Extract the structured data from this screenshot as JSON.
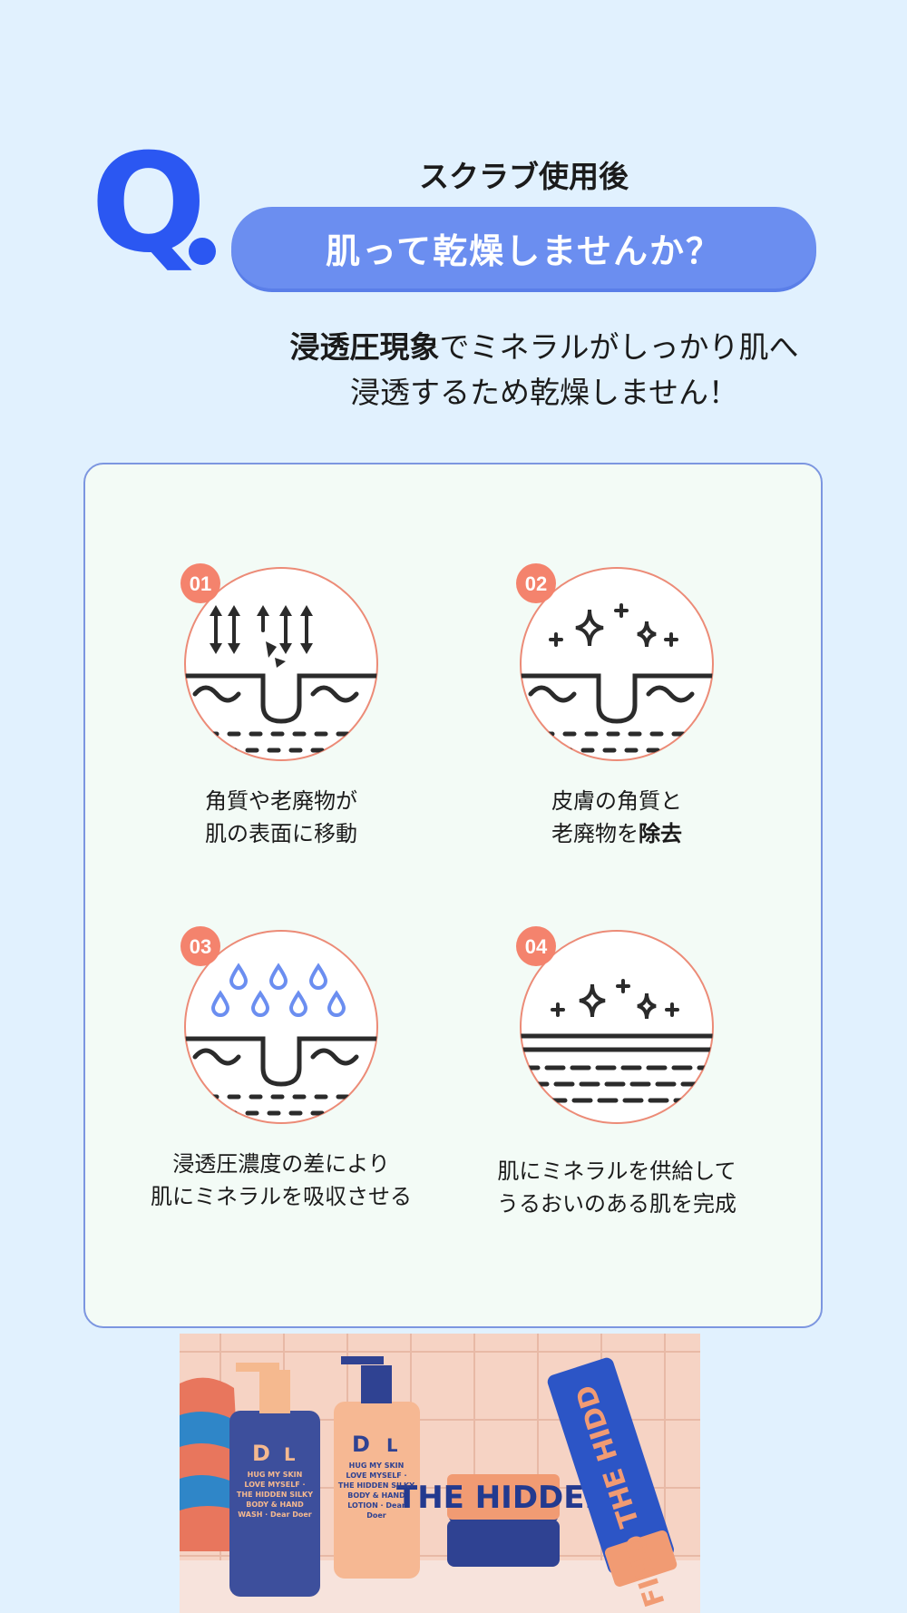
{
  "header": {
    "q_mark": "Q",
    "subtitle": "スクラブ使用後",
    "question": "肌って乾燥しませんか？"
  },
  "answer": {
    "bold": "浸透圧現象",
    "line1_rest": "でミネラルがしっかり肌へ",
    "line2": "浸透するため乾燥しません！"
  },
  "steps": [
    {
      "number": "01",
      "line1": "角質や老廃物が",
      "line2": "肌の表面に移動",
      "bold": ""
    },
    {
      "number": "02",
      "line1": "皮膚の角質と",
      "line2": "老廃物を",
      "bold": "除去"
    },
    {
      "number": "03",
      "line1": "浸透圧濃度の差により",
      "line2": "肌にミネラルを吸収させる",
      "bold": ""
    },
    {
      "number": "04",
      "line1": "肌にミネラルを供給して",
      "line2": "うるおいのある肌を完成",
      "bold": ""
    }
  ],
  "photo": {
    "jar_text": "THE HIDDEN",
    "tube_text": "FIND THE HIDD",
    "bottle1": "HUG MY SKIN LOVE MYSELF · THE HIDDEN SILKY BODY & HAND WASH · Dear Doer",
    "bottle2": "HUG MY SKIN LOVE MYSELF · THE HIDDEN SILKY BODY & HAND LOTION · Dear Doer"
  },
  "colors": {
    "accent": "#2b57f2",
    "pill": "#6b8ef0",
    "badge": "#f4836d",
    "drop": "#6b8ef0"
  }
}
